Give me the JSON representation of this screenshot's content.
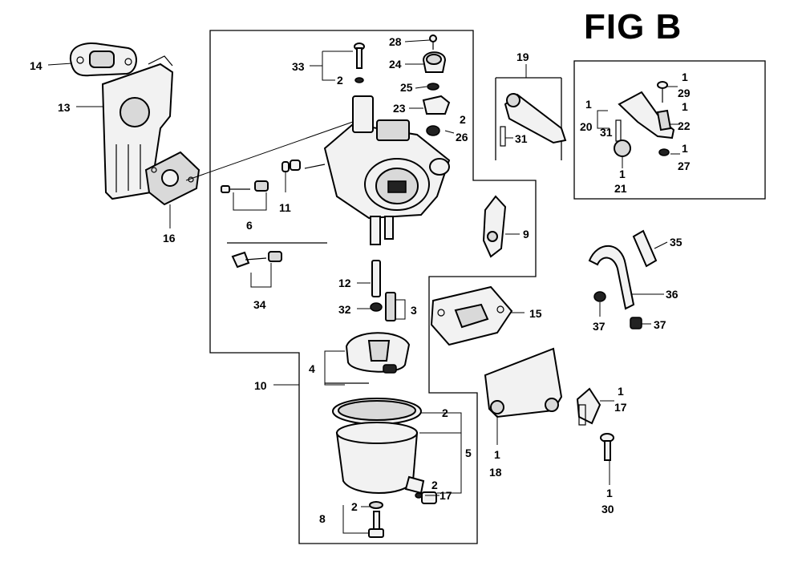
{
  "figure": {
    "title": "FIG B"
  },
  "callouts": [
    {
      "id": "c14a",
      "text": "14"
    },
    {
      "id": "c13a",
      "text": "13"
    },
    {
      "id": "c16a",
      "text": "16"
    },
    {
      "id": "c33a",
      "text": "33"
    },
    {
      "id": "c2a",
      "text": "2"
    },
    {
      "id": "c28a",
      "text": "28"
    },
    {
      "id": "c24a",
      "text": "24"
    },
    {
      "id": "c25a",
      "text": "25"
    },
    {
      "id": "c23a",
      "text": "23"
    },
    {
      "id": "c2b",
      "text": "2"
    },
    {
      "id": "c26a",
      "text": "26"
    },
    {
      "id": "c6a",
      "text": "6"
    },
    {
      "id": "c11a",
      "text": "11"
    },
    {
      "id": "c34a",
      "text": "34"
    },
    {
      "id": "c12a",
      "text": "12"
    },
    {
      "id": "c32a",
      "text": "32"
    },
    {
      "id": "c3a",
      "text": "3"
    },
    {
      "id": "c4a",
      "text": "4"
    },
    {
      "id": "c10a",
      "text": "10"
    },
    {
      "id": "c2c",
      "text": "2"
    },
    {
      "id": "c5a",
      "text": "5"
    },
    {
      "id": "c2d",
      "text": "2"
    },
    {
      "id": "c17a",
      "text": "17"
    },
    {
      "id": "c2e",
      "text": "2"
    },
    {
      "id": "c8a",
      "text": "8"
    },
    {
      "id": "c19a",
      "text": "19"
    },
    {
      "id": "c31a",
      "text": "31"
    },
    {
      "id": "c9a",
      "text": "9"
    },
    {
      "id": "c15a",
      "text": "15"
    },
    {
      "id": "c1a",
      "text": "1"
    },
    {
      "id": "c29a",
      "text": "29"
    },
    {
      "id": "c1b",
      "text": "1"
    },
    {
      "id": "c20a",
      "text": "20"
    },
    {
      "id": "c31b",
      "text": "31"
    },
    {
      "id": "c1c",
      "text": "1"
    },
    {
      "id": "c22a",
      "text": "22"
    },
    {
      "id": "c1d",
      "text": "1"
    },
    {
      "id": "c27a",
      "text": "27"
    },
    {
      "id": "c1e",
      "text": "1"
    },
    {
      "id": "c21a",
      "text": "21"
    },
    {
      "id": "c35a",
      "text": "35"
    },
    {
      "id": "c36a",
      "text": "36"
    },
    {
      "id": "c37a",
      "text": "37"
    },
    {
      "id": "c37b",
      "text": "37"
    },
    {
      "id": "c1f",
      "text": "1"
    },
    {
      "id": "c17b",
      "text": "17"
    },
    {
      "id": "c1g",
      "text": "1"
    },
    {
      "id": "c18a",
      "text": "18"
    },
    {
      "id": "c1h",
      "text": "1"
    },
    {
      "id": "c30a",
      "text": "30"
    }
  ]
}
